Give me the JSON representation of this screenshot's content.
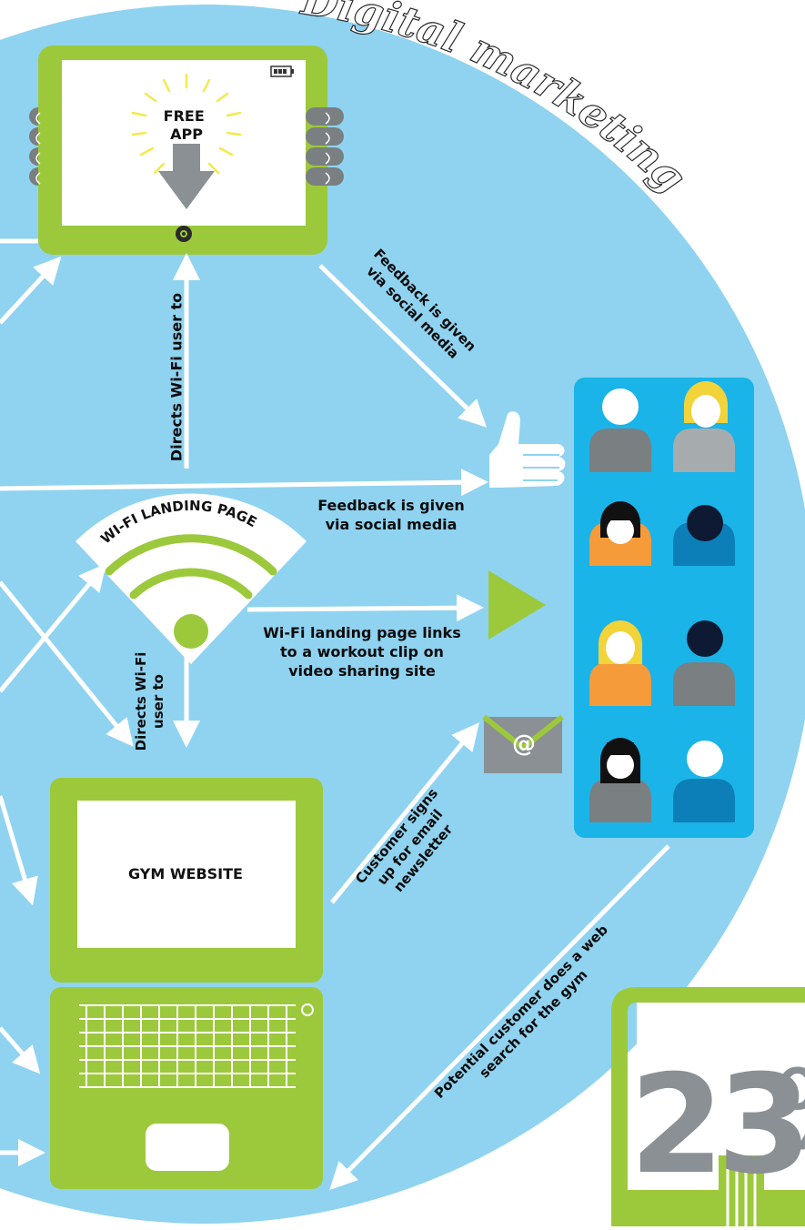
{
  "title": "Digital marketing",
  "devices": {
    "tablet_label": "FREE\nAPP",
    "tablet_label_line1": "FREE",
    "tablet_label_line2": "APP",
    "wifi_title": "WI-FI LANDING PAGE",
    "laptop_label": "GYM WEBSITE",
    "email_symbol": "@",
    "big_number": "23",
    "big_number_suffix": "%"
  },
  "flows": {
    "directs_wifi_to_app": "Directs Wi-Fi user to",
    "directs_wifi_to_site_l1": "Directs Wi-Fi",
    "directs_wifi_to_site_l2": "user to",
    "feedback_app_l1": "Feedback is given",
    "feedback_app_l2": "via social media",
    "feedback_main_l1": "Feedback is given",
    "feedback_main_l2": "via social media",
    "video_link_l1": "Wi-Fi landing page links",
    "video_link_l2": "to a workout clip on",
    "video_link_l3": "video sharing site",
    "newsletter_l1": "Customer signs",
    "newsletter_l2": "up for email",
    "newsletter_l3": "newsletter",
    "web_search_l1": "Potential customer does a web",
    "web_search_l2": "search for the gym"
  },
  "icons": [
    "tablet-icon",
    "download-arrow-icon",
    "battery-icon",
    "wifi-icon",
    "thumbs-up-icon",
    "video-play-icon",
    "email-envelope-icon",
    "laptop-icon",
    "person-icon",
    "monitor-icon"
  ],
  "colors": {
    "circle": "#8fd3f0",
    "device_green": "#9cc93b",
    "people_panel": "#1ab4e8",
    "arrow": "#ffffff",
    "text": "#0b0b0b",
    "grey": "#8a9093"
  }
}
